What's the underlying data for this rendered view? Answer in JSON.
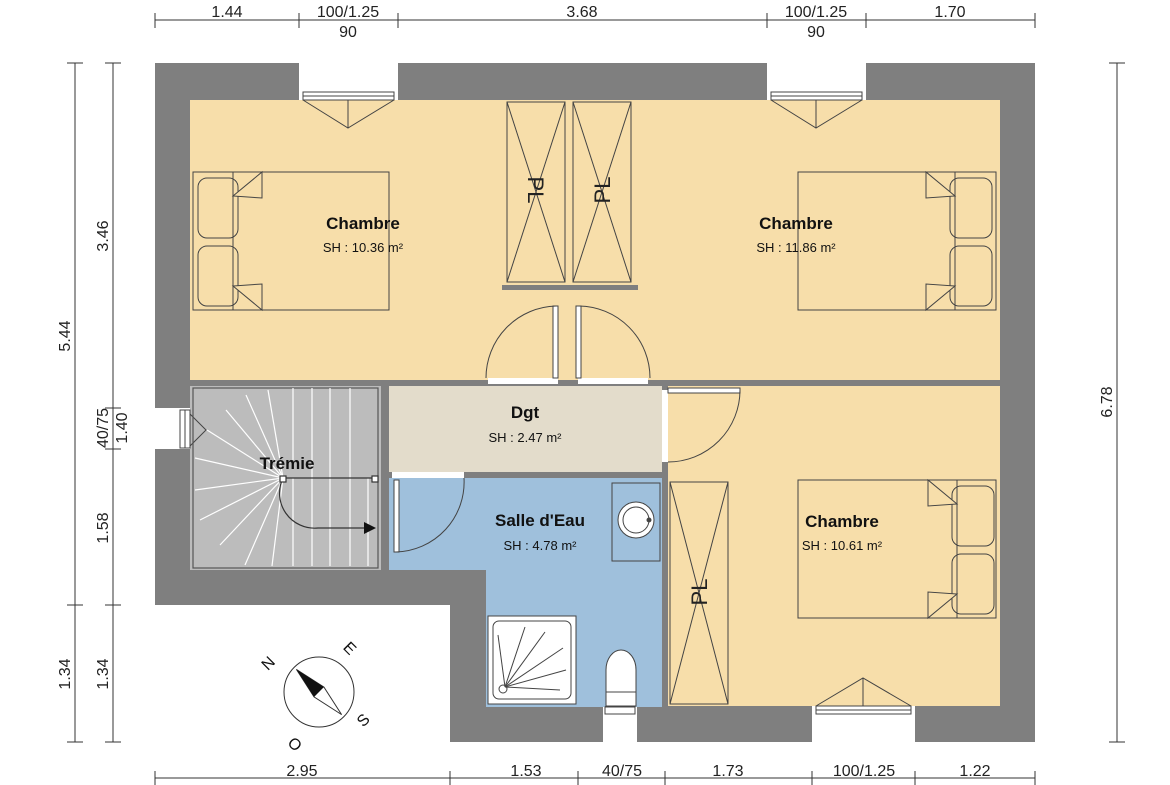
{
  "colors": {
    "wall": "#7f7f7f",
    "bedroom": "#f7deaa",
    "hallway": "#e3dccb",
    "bathroom": "#9fc0dc",
    "stairs": "#bcbcbc"
  },
  "dimensions": {
    "top": [
      "1.44",
      "100/1.25",
      "3.68",
      "100/1.25",
      "1.70"
    ],
    "top_sub": [
      "90",
      "90"
    ],
    "bottom": [
      "2.95",
      "1.53",
      "40/75",
      "1.73",
      "100/1.25",
      "1.22"
    ],
    "left_outer": [
      "5.44",
      "1.34"
    ],
    "left_inner": [
      "3.46",
      "40/75",
      "1.40",
      "1.58",
      "1.34"
    ],
    "right": [
      "6.78"
    ]
  },
  "rooms": [
    {
      "name": "Chambre",
      "area": "SH : 10.36 m²"
    },
    {
      "name": "Chambre",
      "area": "SH : 11.86 m²"
    },
    {
      "name": "Dgt",
      "area": "SH : 2.47 m²"
    },
    {
      "name": "Trémie",
      "area": ""
    },
    {
      "name": "Salle d'Eau",
      "area": "SH : 4.78 m²"
    },
    {
      "name": "Chambre",
      "area": "SH : 10.61 m²"
    }
  ],
  "closets": [
    "PL",
    "PL",
    "PL"
  ],
  "compass": {
    "n": "N",
    "e": "E",
    "s": "S",
    "o": "O"
  }
}
